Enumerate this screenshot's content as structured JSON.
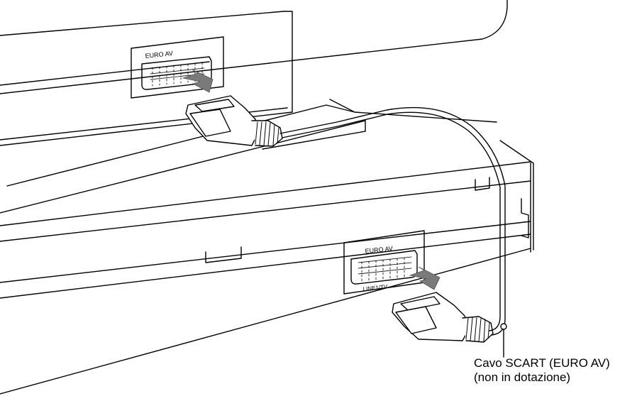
{
  "tv_port": {
    "label": "EURO AV"
  },
  "recorder_port": {
    "label": "EURO AV",
    "sublabel": "LINE1/TV"
  },
  "callout": {
    "line1": "Cavo SCART (EURO AV)",
    "line2": "(non in dotazione)"
  },
  "colors": {
    "stroke": "#000000",
    "arrow": "#777777",
    "cable": "#ffffff"
  }
}
